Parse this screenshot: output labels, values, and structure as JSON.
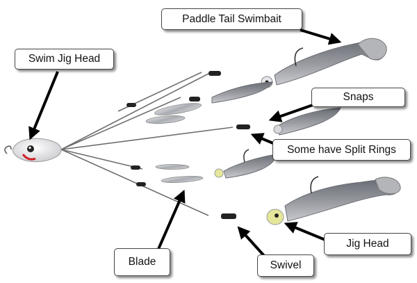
{
  "labels": {
    "swim_jig_head": "Swim Jig Head",
    "paddle_tail_swimbait": "Paddle Tail Swimbait",
    "snaps": "Snaps",
    "split_rings": "Some have Split Rings",
    "blade": "Blade",
    "swivel": "Swivel",
    "jig_head": "Jig Head"
  },
  "colors": {
    "wire": "#6e6e6e",
    "bait_body": "#8e9096",
    "bait_dark": "#5c5f66",
    "head_white": "#f2f2f2",
    "gill_red": "#d11c24",
    "jig_yellow": "#e4e79a",
    "blade_silver": "#b9bcc1",
    "arrow": "#000000"
  }
}
